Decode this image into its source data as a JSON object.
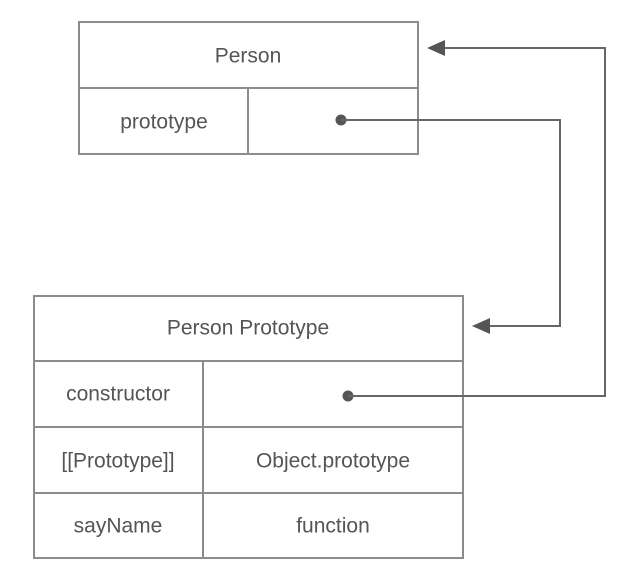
{
  "person": {
    "title": "Person",
    "rows": [
      {
        "key": "prototype",
        "value": ""
      }
    ]
  },
  "person_prototype": {
    "title": "Person Prototype",
    "rows": [
      {
        "key": "constructor",
        "value": ""
      },
      {
        "key": "[[Prototype]]",
        "value": "Object.prototype"
      },
      {
        "key": "sayName",
        "value": "function"
      }
    ]
  },
  "colors": {
    "border": "#8c8c8c",
    "text": "#555555",
    "arrow": "#666666"
  }
}
